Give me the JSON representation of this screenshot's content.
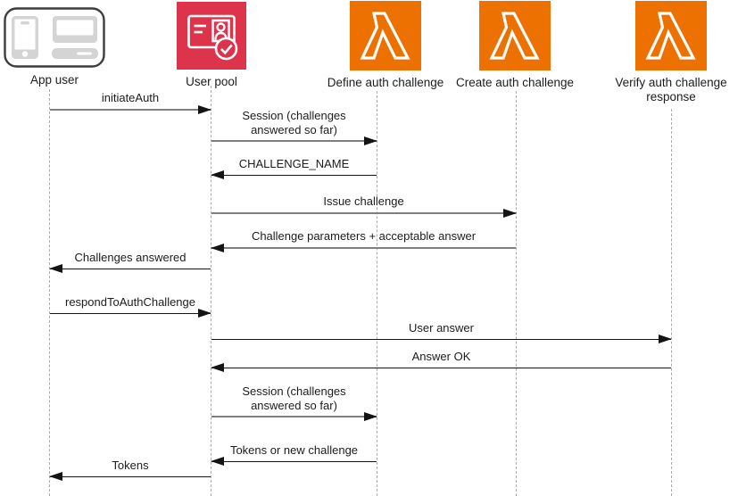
{
  "diagram_type": "sequence-diagram",
  "colors": {
    "lambda_orange": "#ED7100",
    "user_pool_red": "#DD344C",
    "device_gray": "#D4D4D4",
    "arrow_gray": "#7F7F7F",
    "arrow_black": "#141414",
    "lifeline_gray": "#ABABAB",
    "background": "#FFFFFF"
  },
  "actors": [
    {
      "id": "app-user",
      "label": "App user",
      "icon": "app-user-devices-icon"
    },
    {
      "id": "user-pool",
      "label": "User pool",
      "icon": "cognito-user-pool-icon"
    },
    {
      "id": "define-auth-challenge",
      "label": "Define auth challenge",
      "icon": "lambda-icon"
    },
    {
      "id": "create-auth-challenge",
      "label": "Create auth challenge",
      "icon": "lambda-icon"
    },
    {
      "id": "verify-auth-challenge-response",
      "label": "Verify auth challenge\nresponse",
      "icon": "lambda-icon"
    }
  ],
  "messages": [
    {
      "label": "initiateAuth",
      "from": "app-user",
      "to": "user-pool"
    },
    {
      "label": "Session (challenges\nanswered so far)",
      "from": "user-pool",
      "to": "define-auth-challenge"
    },
    {
      "label": "CHALLENGE_NAME",
      "from": "define-auth-challenge",
      "to": "user-pool"
    },
    {
      "label": "Issue challenge",
      "from": "user-pool",
      "to": "create-auth-challenge"
    },
    {
      "label": "Challenge parameters + acceptable answer",
      "from": "create-auth-challenge",
      "to": "user-pool"
    },
    {
      "label": "Challenges answered",
      "from": "user-pool",
      "to": "app-user"
    },
    {
      "label": "respondToAuthChallenge",
      "from": "app-user",
      "to": "user-pool"
    },
    {
      "label": "User answer",
      "from": "user-pool",
      "to": "verify-auth-challenge-response"
    },
    {
      "label": "Answer OK",
      "from": "verify-auth-challenge-response",
      "to": "user-pool"
    },
    {
      "label": "Session (challenges\nanswered so far)",
      "from": "user-pool",
      "to": "define-auth-challenge"
    },
    {
      "label": "Tokens or new challenge",
      "from": "define-auth-challenge",
      "to": "user-pool"
    },
    {
      "label": "Tokens",
      "from": "user-pool",
      "to": "app-user"
    }
  ]
}
